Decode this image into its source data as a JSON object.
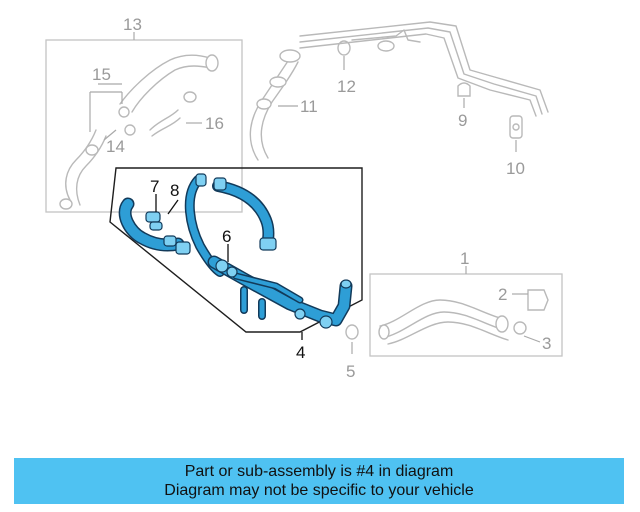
{
  "callouts": {
    "c1": "1",
    "c2": "2",
    "c3": "3",
    "c4": "4",
    "c5": "5",
    "c6": "6",
    "c7": "7",
    "c8": "8",
    "c9": "9",
    "c10": "10",
    "c11": "11",
    "c12": "12",
    "c13": "13",
    "c14": "14",
    "c15": "15",
    "c16": "16"
  },
  "highlight": {
    "color": "#2e9ed6",
    "banner_color": "#4fc2f2"
  },
  "banner": {
    "line1": "Part or sub-assembly is #4 in diagram",
    "line2": "Diagram may not be specific to your vehicle"
  }
}
